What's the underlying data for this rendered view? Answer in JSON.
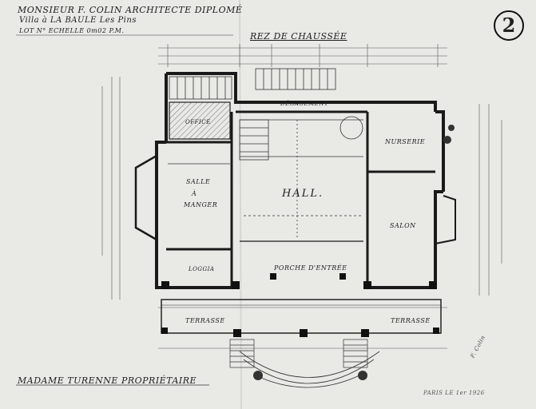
{
  "title_block": {
    "architect": "MONSIEUR F. COLIN ARCHITECTE DIPLOMÉ",
    "villa": "Villa à LA BAULE Les Pins",
    "lot_scale": "LOT N°  ECHELLE 0m02 P.M.",
    "sheet_number": "2"
  },
  "plan_title": "REZ DE CHAUSSÉE",
  "rooms": {
    "hall": "HALL.",
    "salle_line1": "SALLE",
    "salle_line2": "À",
    "salle_line3": "MANGER",
    "office": "OFFICE",
    "degagement": "DÉGAGEMENT",
    "nursery": "NURSERIE",
    "salon": "SALON",
    "loggia": "LOGGIA",
    "porche": "PORCHE D'ENTRÉE",
    "terrasse_left": "TERRASSE",
    "terrasse_right": "TERRASSE"
  },
  "owner": "MADAME TURENNE PROPRIÉTAIRE",
  "date_place": "PARIS LE 1er 1926",
  "signature": "F. Colin"
}
